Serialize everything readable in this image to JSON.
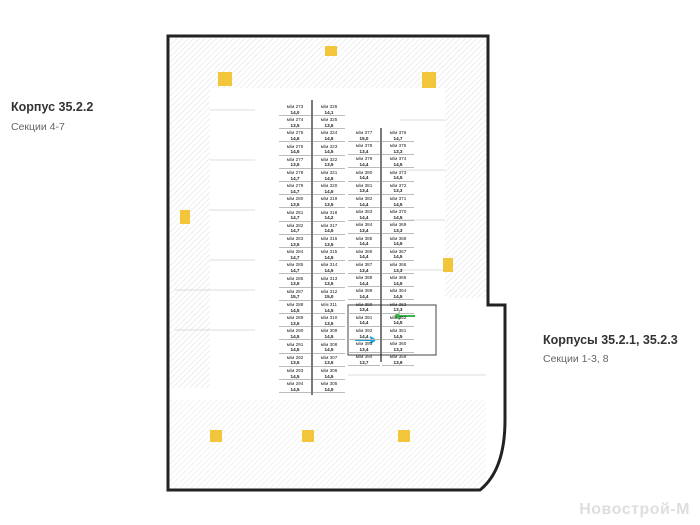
{
  "left_label": {
    "title": "Корпус 35.2.2",
    "subtitle": "Секции 4-7"
  },
  "right_label": {
    "title": "Корпусы 35.2.1, 35.2.3",
    "subtitle": "Секции 1-3, 8"
  },
  "watermark": "Новострой-М",
  "space_prefix": "м/м",
  "columns": [
    {
      "name": "column-a",
      "spaces": [
        [
          "273",
          "14,0"
        ],
        [
          "274",
          "13,5"
        ],
        [
          "275",
          "14,6"
        ],
        [
          "276",
          "14,5"
        ],
        [
          "277",
          "13,5"
        ],
        [
          "278",
          "14,7"
        ],
        [
          "279",
          "14,7"
        ],
        [
          "280",
          "13,5"
        ],
        [
          "281",
          "14,7"
        ],
        [
          "282",
          "14,7"
        ],
        [
          "283",
          "13,5"
        ],
        [
          "284",
          "14,7"
        ],
        [
          "285",
          "14,7"
        ],
        [
          "286",
          "13,5"
        ],
        [
          "287",
          "15,7"
        ],
        [
          "288",
          "14,5"
        ],
        [
          "289",
          "13,5"
        ],
        [
          "290",
          "14,5"
        ],
        [
          "291",
          "14,5"
        ],
        [
          "292",
          "13,5"
        ],
        [
          "293",
          "14,5"
        ],
        [
          "294",
          "14,5"
        ]
      ]
    },
    {
      "name": "column-b",
      "spaces": [
        [
          "326",
          "14,1"
        ],
        [
          "325",
          "13,5"
        ],
        [
          "324",
          "14,5"
        ],
        [
          "323",
          "14,5"
        ],
        [
          "322",
          "13,5"
        ],
        [
          "321",
          "14,5"
        ],
        [
          "320",
          "14,5"
        ],
        [
          "319",
          "13,5"
        ],
        [
          "318",
          "14,2"
        ],
        [
          "317",
          "14,5"
        ],
        [
          "316",
          "13,5"
        ],
        [
          "315",
          "14,5"
        ],
        [
          "314",
          "14,5"
        ],
        [
          "313",
          "13,5"
        ],
        [
          "312",
          "15,0"
        ],
        [
          "311",
          "14,5"
        ],
        [
          "310",
          "13,5"
        ],
        [
          "309",
          "14,5"
        ],
        [
          "308",
          "14,5"
        ],
        [
          "307",
          "13,5"
        ],
        [
          "306",
          "14,5"
        ],
        [
          "305",
          "14,5"
        ]
      ]
    },
    {
      "name": "column-c",
      "spaces": [
        [
          "377",
          "15,0"
        ],
        [
          "378",
          "13,4"
        ],
        [
          "379",
          "14,4"
        ],
        [
          "380",
          "14,4"
        ],
        [
          "381",
          "13,4"
        ],
        [
          "382",
          "14,4"
        ],
        [
          "383",
          "14,4"
        ],
        [
          "384",
          "13,4"
        ],
        [
          "385",
          "14,4"
        ],
        [
          "386",
          "14,4"
        ],
        [
          "387",
          "13,4"
        ],
        [
          "388",
          "14,4"
        ],
        [
          "389",
          "14,4"
        ],
        [
          "390",
          "13,4"
        ],
        [
          "391",
          "14,4"
        ],
        [
          "392",
          "14,4"
        ],
        [
          "393",
          "13,4"
        ],
        [
          "394",
          "13,7"
        ]
      ]
    },
    {
      "name": "column-d",
      "spaces": [
        [
          "376",
          "14,7"
        ],
        [
          "375",
          "13,3"
        ],
        [
          "374",
          "14,5"
        ],
        [
          "373",
          "14,5"
        ],
        [
          "372",
          "13,3"
        ],
        [
          "371",
          "14,5"
        ],
        [
          "370",
          "14,5"
        ],
        [
          "369",
          "13,3"
        ],
        [
          "368",
          "14,5"
        ],
        [
          "367",
          "14,5"
        ],
        [
          "366",
          "13,3"
        ],
        [
          "365",
          "14,5"
        ],
        [
          "364",
          "14,5"
        ],
        [
          "363",
          "13,3"
        ],
        [
          "362",
          "14,5"
        ],
        [
          "361",
          "14,5"
        ],
        [
          "360",
          "13,3"
        ],
        [
          "359",
          "13,9"
        ]
      ]
    }
  ],
  "colors": {
    "stair": "#f3c53a",
    "ramp": "#2aa9a0",
    "hatch": "#999999"
  }
}
